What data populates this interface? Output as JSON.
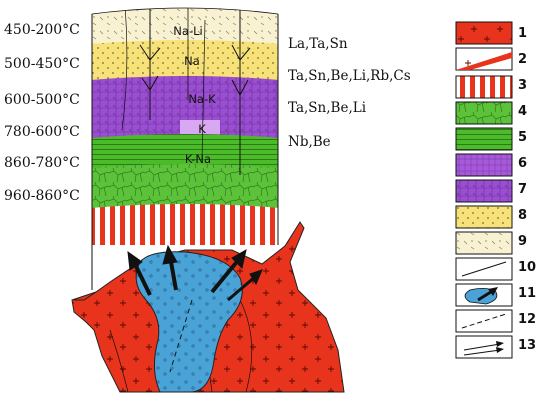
{
  "temperature_labels": [
    "450-200°C",
    "500-450°C",
    "600-500°C",
    "780-600°C",
    "860-780°C",
    "960-860°C"
  ],
  "element_labels": [
    "La,Ta,Sn",
    "Ta,Sn,Be,Li,Rb,Cs",
    "Ta,Sn,Be,Li",
    "Nb,Be"
  ],
  "zone_labels": {
    "na_li": "Na-Li",
    "na": "Na",
    "na_k": "Na-K",
    "k": "K",
    "k_na": "K-Na"
  },
  "legend_numbers": [
    "1",
    "2",
    "3",
    "4",
    "5",
    "6",
    "7",
    "8",
    "9",
    "10",
    "11",
    "12",
    "13"
  ],
  "colors": {
    "granite_red": "#e8341c",
    "blue_core": "#4aa3d6",
    "green": "#4cbb2a",
    "purple": "#9a4fd0",
    "yellow": "#f7e27a",
    "cream": "#f8f2d2"
  }
}
